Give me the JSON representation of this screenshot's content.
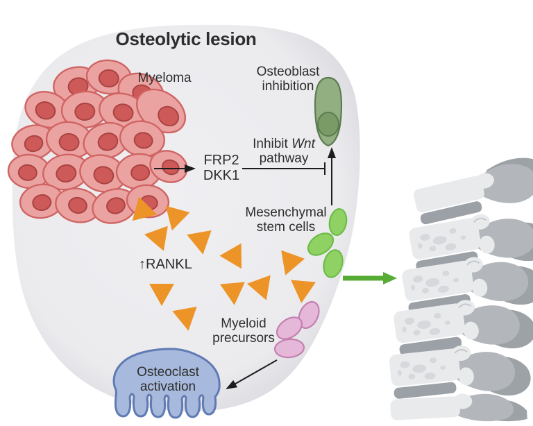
{
  "title": "Osteolytic lesion",
  "labels": {
    "myeloma": "Myeloma",
    "osteoblast_inhibition_line1": "Osteoblast",
    "osteoblast_inhibition_line2": "inhibition",
    "frp2": "FRP2",
    "dkk1": "DKK1",
    "inhibit_wnt_word1": "Inhibit",
    "inhibit_wnt_word2_italic": "Wnt",
    "inhibit_wnt_line2": "pathway",
    "mesenchymal_line1": "Mesenchymal",
    "mesenchymal_line2": "stem cells",
    "rankl": "↑RANKL",
    "myeloid_line1": "Myeloid",
    "myeloid_line2": "precursors",
    "osteoclast_line1": "Osteoclast",
    "osteoclast_line2": "activation"
  },
  "colors": {
    "background": "#ffffff",
    "text": "#2d2d2d",
    "lesion-fill": "#ececef",
    "lesion-edge": "#dcdce1",
    "myeloma-body": "#eba3a2",
    "myeloma-outline": "#cf6463",
    "myeloma-nucleus": "#cd5a58",
    "myeloma-nucleus-outline": "#a94341",
    "osteoblast-body": "#91af81",
    "osteoblast-outline": "#5d7b51",
    "osteoblast-nucleus": "#7a9a66",
    "msc-green": "#8fd163",
    "msc-outline": "#6ebc48",
    "arrow-green": "#56ac35",
    "rankl-orange": "#ec9428",
    "myeloid-pink": "#e5b7d8",
    "myeloid-outline": "#c47fb0",
    "osteoclast-blue": "#a7b9dc",
    "osteoclast-outline": "#5f7bb3",
    "bone": "#e9eaec",
    "bone-spot": "#d6d8db",
    "bone-process": "#b3b7bb",
    "bone-process-dark": "#9da2a7",
    "disc": "#9ba1a6",
    "arrow-black": "#1c1c1c"
  }
}
